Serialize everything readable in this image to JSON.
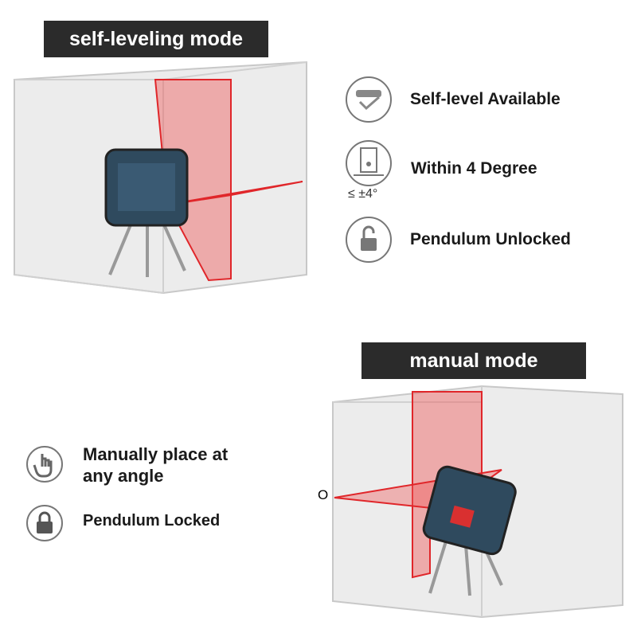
{
  "top_section": {
    "title": "self-leveling mode",
    "features": [
      {
        "icon": "level-check-icon",
        "label": "Self-level Available"
      },
      {
        "icon": "tilt-device-icon",
        "label": "Within 4 Degree",
        "sublabel": "≤ ±4°"
      },
      {
        "icon": "unlocked-padlock-icon",
        "label": "Pendulum Unlocked"
      }
    ]
  },
  "bottom_section": {
    "title": "manual mode",
    "angle_marker": "O",
    "features": [
      {
        "icon": "hand-pointer-icon",
        "label_line1": "Manually place at",
        "label_line2": "any angle"
      },
      {
        "icon": "locked-padlock-icon",
        "label": "Pendulum Locked"
      }
    ]
  },
  "colors": {
    "banner": "#2b2b2b",
    "laser": "#e0262a",
    "device": "#2f4a5e"
  }
}
